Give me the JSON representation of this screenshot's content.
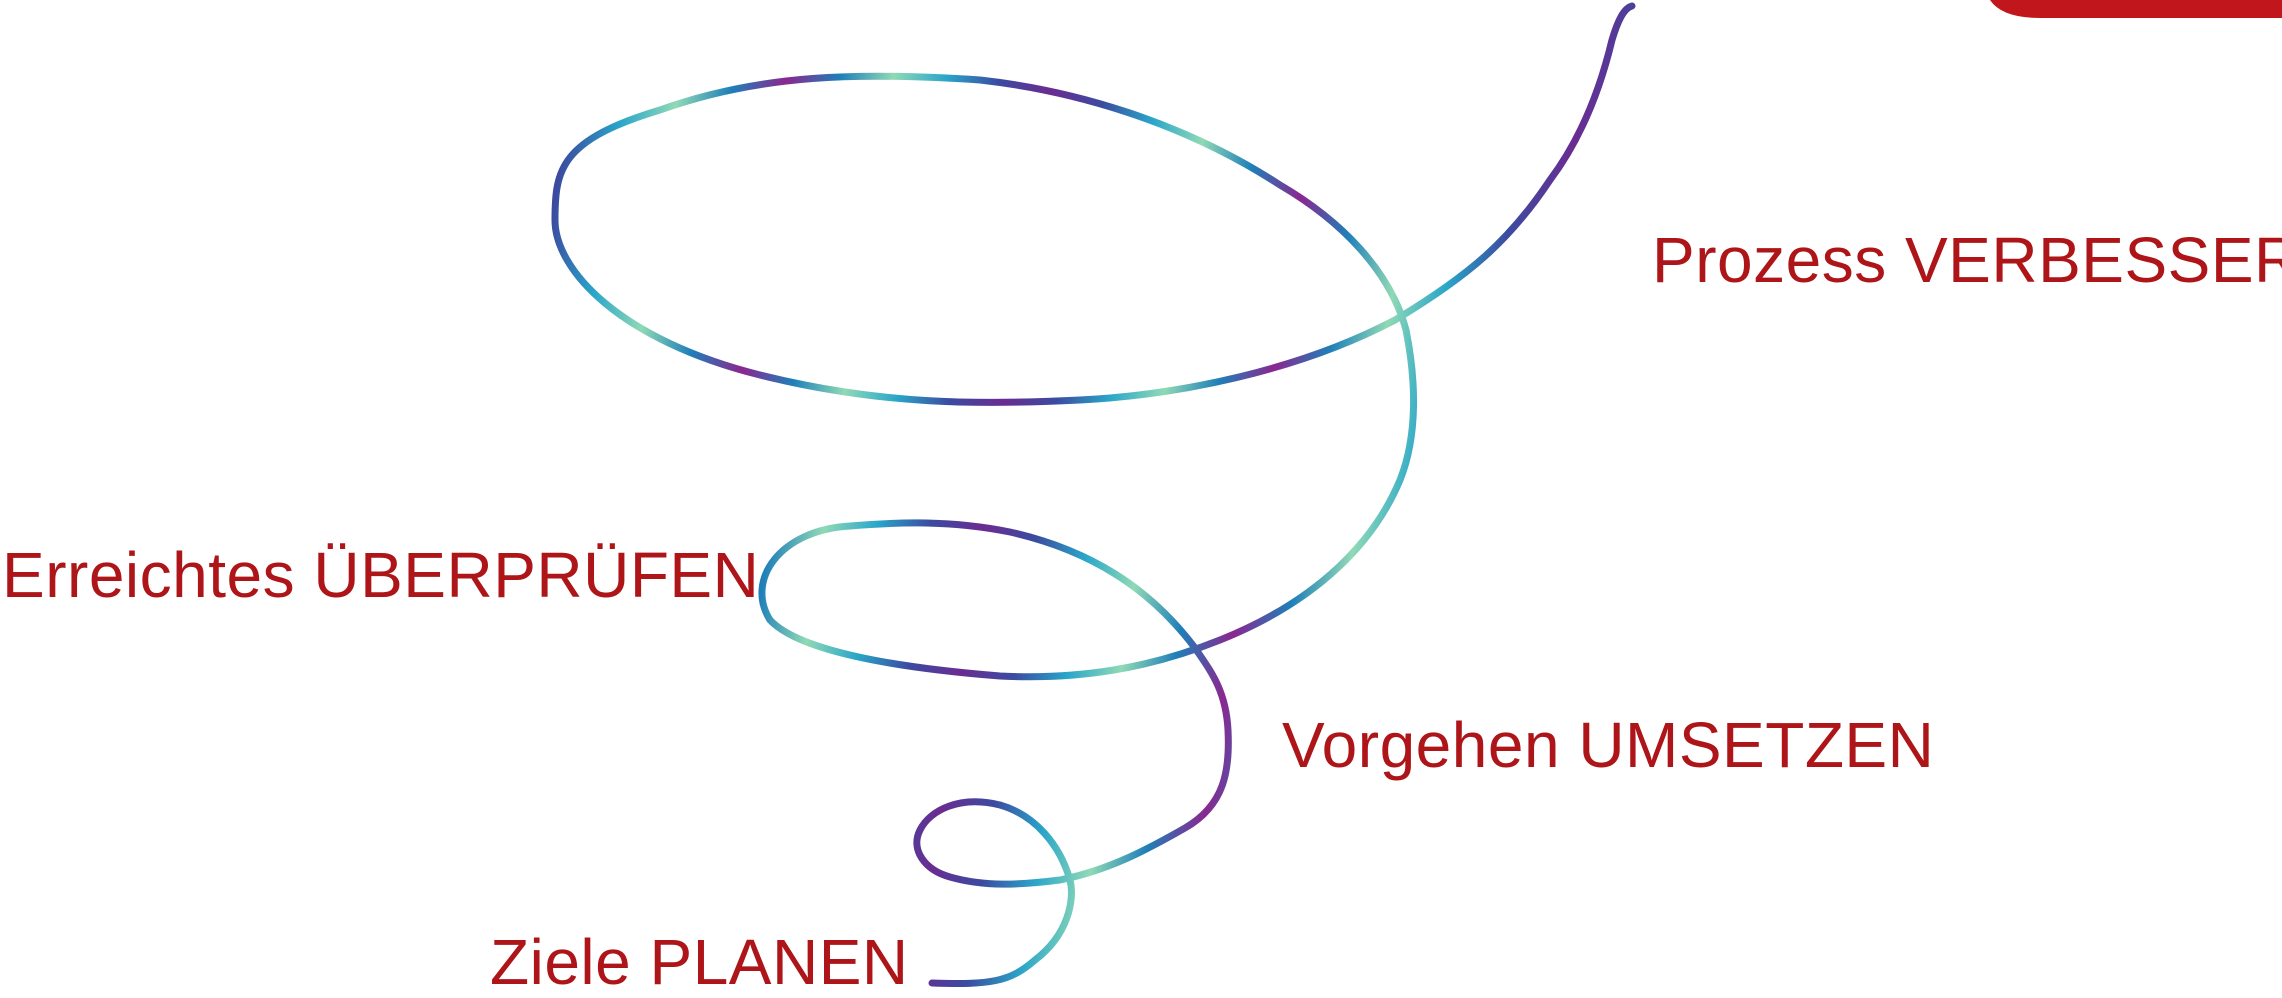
{
  "stages": {
    "planen": "Ziele PLANEN",
    "umsetzen": "Vorgehen UMSETZEN",
    "ueberpruefen": "Erreichtes ÜBERPRÜFEN",
    "verbessern": "Prozess VERBESSERN"
  },
  "colors": {
    "label_text": "#ad1519",
    "corner_badge": "#c0161c",
    "spiral_gradient": [
      "#6a2c91",
      "#3b4ba0",
      "#2aa6c9",
      "#8fd9b6",
      "#1f7fb8",
      "#8a2790"
    ]
  }
}
